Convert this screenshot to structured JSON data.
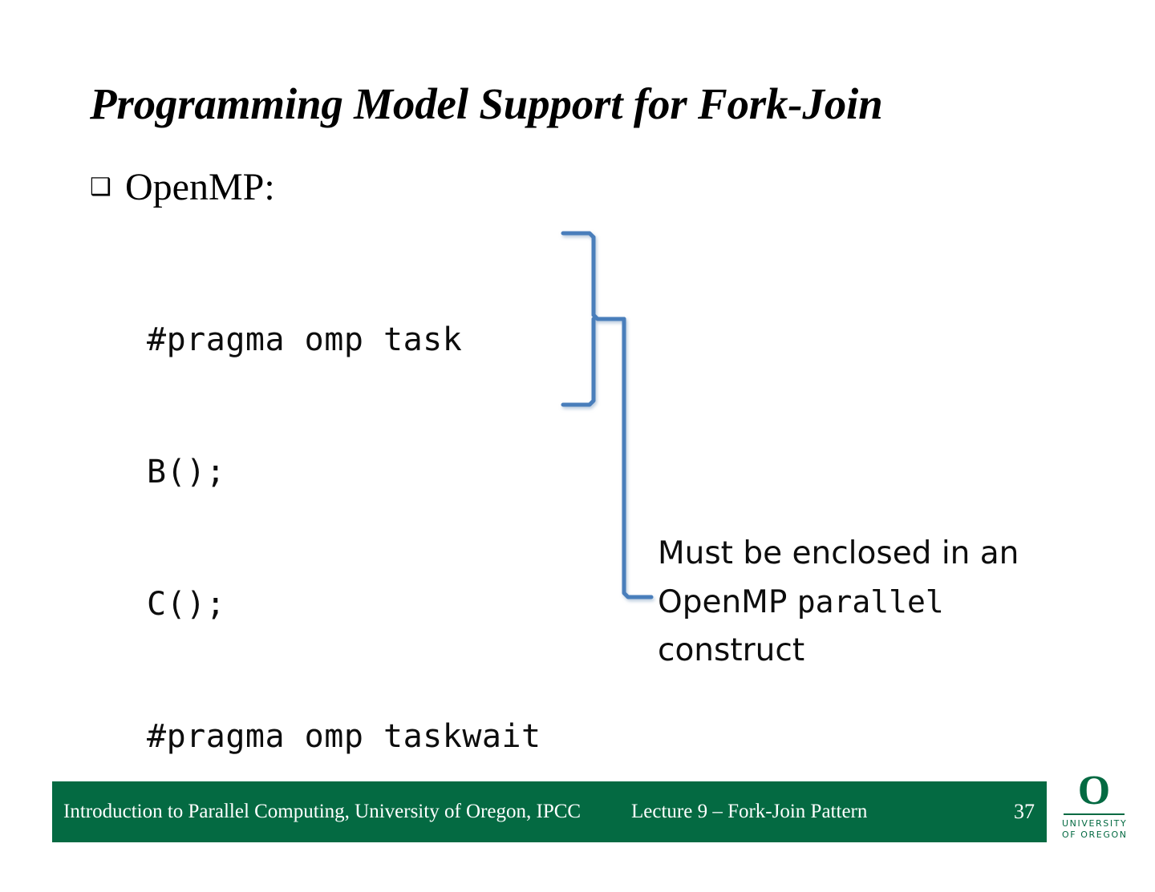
{
  "slide": {
    "title": "Programming Model Support for Fork-Join",
    "background_color": "#ffffff"
  },
  "bullet": {
    "marker": "square-bullet-icon",
    "marker_glyph": "❑",
    "label": "OpenMP:"
  },
  "code": {
    "language": "c",
    "lines": [
      "#pragma omp task",
      "B();",
      "C();",
      "#pragma omp taskwait"
    ]
  },
  "connector": {
    "name": "brace-connector",
    "color": "#4a7ebb",
    "stroke_width": 5,
    "shadow_color": "#b9cbe0"
  },
  "annotation": {
    "line1": "Must be enclosed in an",
    "line2_prefix": "OpenMP ",
    "line2_mono": "parallel",
    "line3": "construct"
  },
  "footer": {
    "bar_color": "#046a42",
    "left_text": "Introduction to Parallel Computing, University of Oregon, IPCC",
    "center_text": "Lecture 9 – Fork-Join Pattern",
    "page_number": "37"
  },
  "logo": {
    "mark": "O",
    "line1": "UNIVERSITY",
    "line2": "OF OREGON",
    "color": "#046a42"
  }
}
